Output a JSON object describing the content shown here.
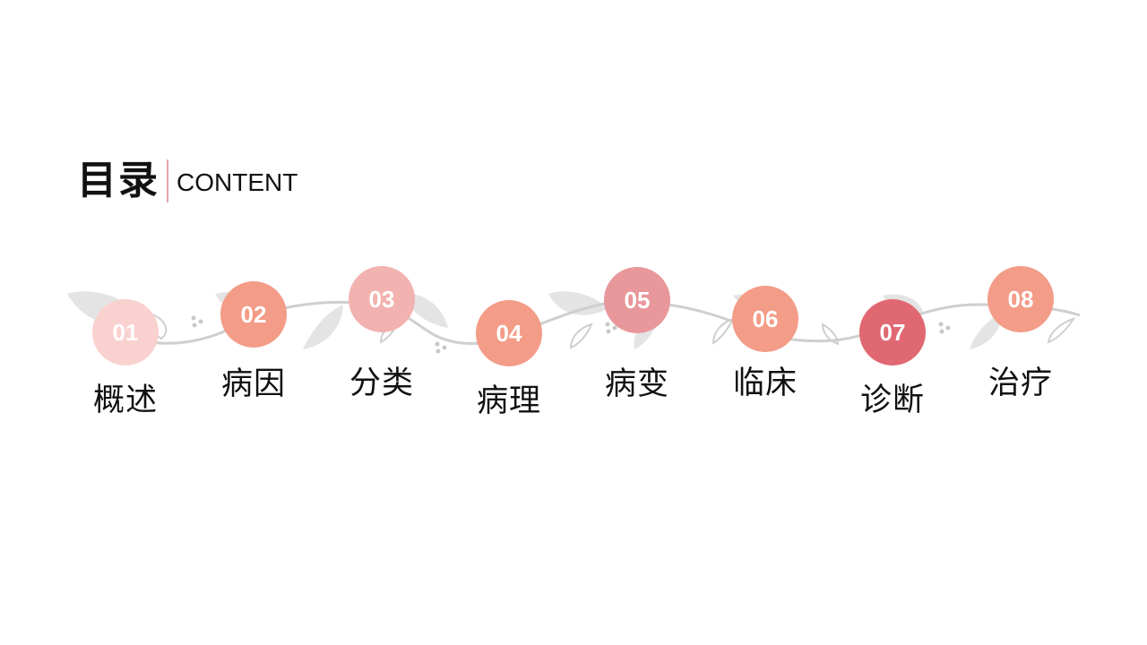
{
  "header": {
    "title": "目录",
    "subtitle": "CONTENT"
  },
  "colors": {
    "divider": "#e6a6a6",
    "vine": "#d0d0d0",
    "leaf": "#e4e4e4"
  },
  "items": [
    {
      "number": "01",
      "label": "概述",
      "color": "#f9d1cf"
    },
    {
      "number": "02",
      "label": "病因",
      "color": "#f39c88"
    },
    {
      "number": "03",
      "label": "分类",
      "color": "#f2b2b0"
    },
    {
      "number": "04",
      "label": "病理",
      "color": "#f39c88"
    },
    {
      "number": "05",
      "label": "病变",
      "color": "#e8979b"
    },
    {
      "number": "06",
      "label": "临床",
      "color": "#f39c88"
    },
    {
      "number": "07",
      "label": "诊断",
      "color": "#e06872"
    },
    {
      "number": "08",
      "label": "治疗",
      "color": "#f39c88"
    }
  ]
}
